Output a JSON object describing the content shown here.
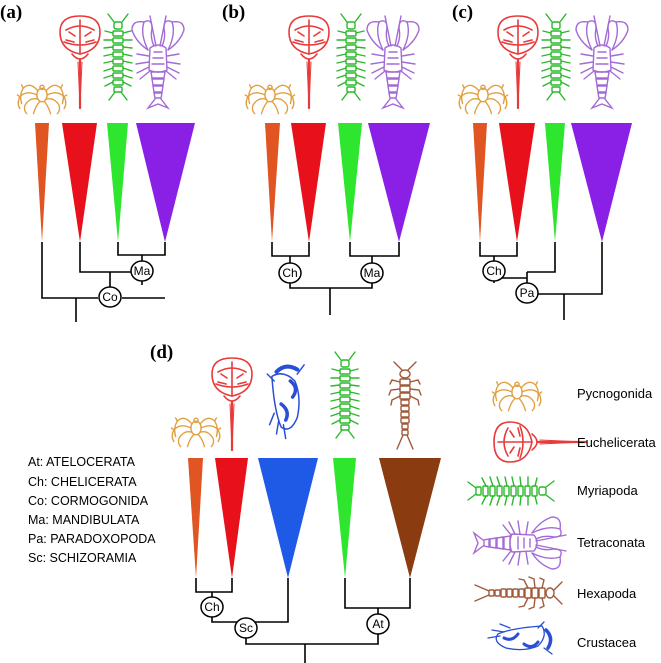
{
  "panels": {
    "a": {
      "label": "(a)",
      "nodes": [
        "Ma",
        "Co"
      ]
    },
    "b": {
      "label": "(b)",
      "nodes": [
        "Ch",
        "Ma"
      ]
    },
    "c": {
      "label": "(c)",
      "nodes": [
        "Ch",
        "Pa"
      ]
    },
    "d": {
      "label": "(d)",
      "nodes": [
        "Ch",
        "Sc",
        "At"
      ]
    }
  },
  "abbreviations": [
    "At: ATELOCERATA",
    "Ch: CHELICERATA",
    "Co: CORMOGONIDA",
    "Ma: MANDIBULATA",
    "Pa: PARADOXOPODA",
    "Sc: SCHIZORAMIA"
  ],
  "legend": [
    {
      "label": "Pycnogonida",
      "icon": "sea-spider-icon"
    },
    {
      "label": "Euchelicerata",
      "icon": "horseshoe-crab-icon"
    },
    {
      "label": "Myriapoda",
      "icon": "centipede-icon"
    },
    {
      "label": "Tetraconata",
      "icon": "lobster-icon"
    },
    {
      "label": "Hexapoda",
      "icon": "hexapod-icon"
    },
    {
      "label": "Crustacea",
      "icon": "crustacean-icon"
    }
  ],
  "colors": {
    "pycnogonida": "#e05522",
    "euchelicerata": "#e8101a",
    "myriapoda": "#2ee62e",
    "tetraconata": "#8a1fe6",
    "crustacea": "#1f5ae6",
    "hexapoda": "#8a3b0f",
    "pyc_icon": "#e0a040",
    "euch_icon": "#e83a3a",
    "myr_icon": "#2ab82a",
    "tet_icon": "#a36bd6",
    "hex_icon": "#a05a3a",
    "cru_icon": "#2a4fd6"
  }
}
